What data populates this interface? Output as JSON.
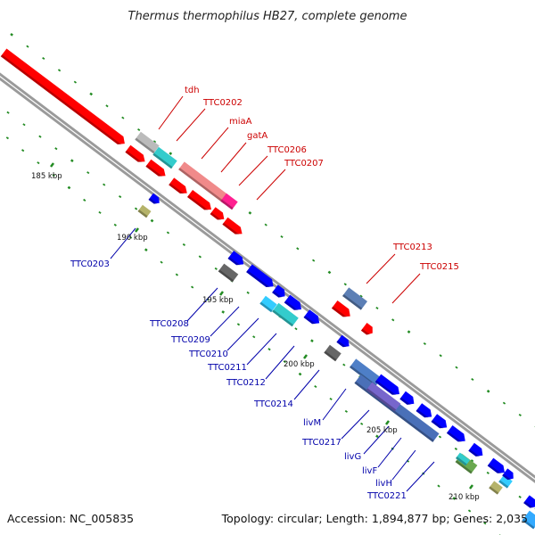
{
  "title": "Thermus thermophilus HB27, complete genome",
  "footer": {
    "accession": "Accession: NC_005835",
    "topology": "Topology: circular; Length: 1,894,877 bp; Genes: 2,035"
  },
  "scale_labels": [
    "185 kbp",
    "190 kbp",
    "195 kbp",
    "200 kbp",
    "205 kbp",
    "210 kbp"
  ],
  "gene_labels": [
    "tdh",
    "TTC0202",
    "miaA",
    "gatA",
    "TTC0206",
    "TTC0207",
    "TTC0213",
    "TTC0215",
    "TTC0203",
    "TTC0208",
    "TTC0209",
    "TTC0210",
    "TTC0211",
    "TTC0212",
    "TTC0214",
    "livM",
    "TTC0217",
    "livG",
    "livF",
    "livH",
    "TTC0221"
  ],
  "colors": {
    "forward": "#ff0000",
    "reverse": "#0000ff",
    "gridline": "#228b22",
    "backbone": "#8c8c8c"
  }
}
